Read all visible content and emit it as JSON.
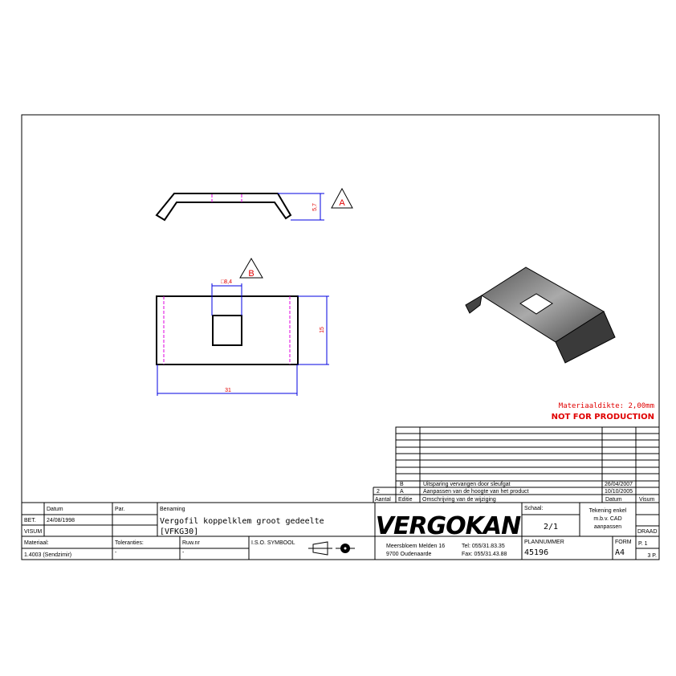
{
  "views": {
    "side_view_label": "A",
    "top_view_label": "B",
    "dim_height": "5,7",
    "dim_width": "31",
    "dim_depth": "15",
    "dim_square": "□8,4"
  },
  "notes": {
    "material_thickness": "Materiaaldikte: 2,00mm",
    "warning": "NOT FOR PRODUCTION",
    "warning_color": "#e00000"
  },
  "revisions": {
    "rows": [
      {
        "aantal": "",
        "editie": "B",
        "omschrijving": "Uitsparing vervangen door sleufgat",
        "datum": "26/04/2007",
        "visum": ""
      },
      {
        "aantal": "2",
        "editie": "A",
        "omschrijving": "Aanpassen van de hoogte van het product",
        "datum": "10/10/2005",
        "visum": ""
      }
    ],
    "headers": {
      "aantal": "Aantal",
      "editie": "Editie",
      "omschrijving": "Omschrijving van de wijziging",
      "datum": "Datum",
      "visum": "Visum"
    }
  },
  "title_block": {
    "datum_label": "Datum",
    "par_label": "Par.",
    "benaming_label": "Benaming",
    "bet_label": "BET.",
    "bet_date": "24/08/1998",
    "visum_label": "VISUM",
    "title_line1": "Vergofil koppelklem groot gedeelte",
    "title_line2": "[VFKG30]",
    "materiaal_label": "Materiaal:",
    "materiaal_value": "1.4003 (Sendzimir)",
    "toleranties_label": "Toleranties:",
    "toleranties_value": "-",
    "ruwheid_label": "Ruw.nr",
    "ruwheid_value": "-",
    "iso_label": "I.S.O. SYMBOOL",
    "company": "VERGOKAN",
    "address1": "Meersbloem Melden 16",
    "address2": "9700 Oudenaarde",
    "tel": "Tel: 055/31.83.35",
    "fax": "Fax: 055/31.43.88",
    "schaal_label": "Schaal:",
    "schaal_value": "2/1",
    "cad_note1": "Tekening enkel",
    "cad_note2": "m.b.v. CAD",
    "cad_note3": "aanpassen",
    "draad": "DRAAD",
    "plannummer_label": "PLANNUMMER",
    "plannummer_value": "45196",
    "form_label": "FORM",
    "form_value": "A4",
    "page": "P. 1",
    "pages": "3 P."
  }
}
